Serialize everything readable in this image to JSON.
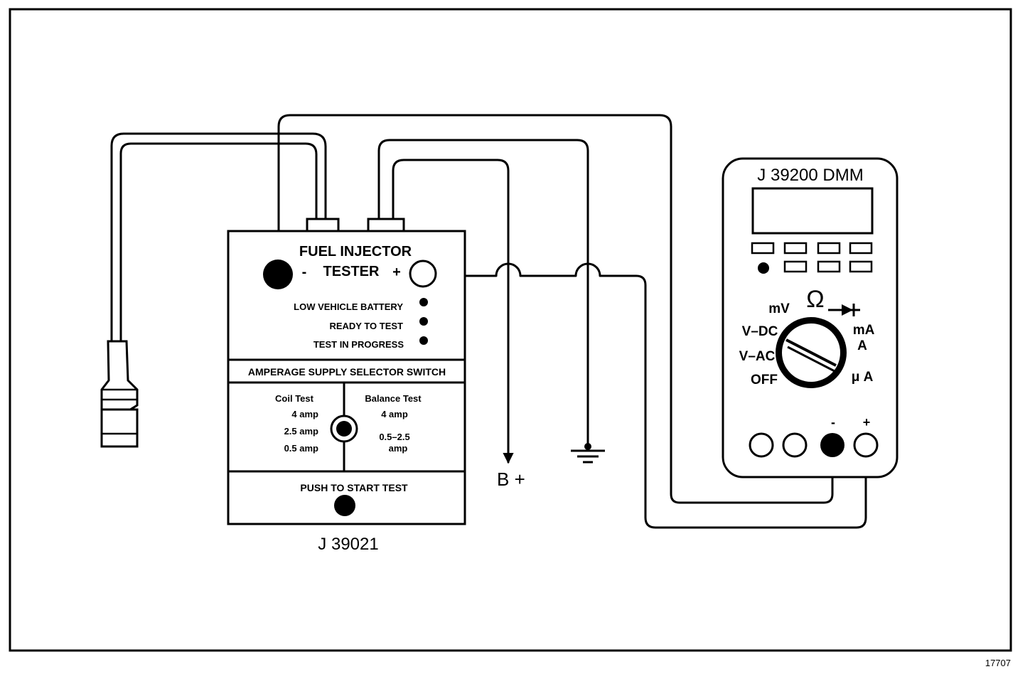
{
  "tester": {
    "heading_line1": "FUEL INJECTOR",
    "heading_line2": "TESTER",
    "minus": "-",
    "plus": "+",
    "indicators": [
      "LOW VEHICLE BATTERY",
      "READY TO TEST",
      "TEST IN PROGRESS"
    ],
    "selector_title": "AMPERAGE SUPPLY SELECTOR SWITCH",
    "coil_test": {
      "title": "Coil Test",
      "options": [
        "4 amp",
        "2.5 amp",
        "0.5 amp"
      ]
    },
    "balance_test": {
      "title": "Balance Test",
      "options": [
        "4 amp",
        "0.5–2.5",
        "amp"
      ]
    },
    "push_label": "PUSH TO START TEST",
    "model": "J 39021"
  },
  "dmm": {
    "title": "J 39200 DMM",
    "dial": {
      "mv": "mV",
      "ohm": "Ω",
      "vdc": "V–DC",
      "vac": "V–AC",
      "off": "OFF",
      "ma": "mA",
      "a": "A",
      "ua": "μ A"
    },
    "minus": "-",
    "plus": "+"
  },
  "battery_label": "B +",
  "figure_number": "17707"
}
